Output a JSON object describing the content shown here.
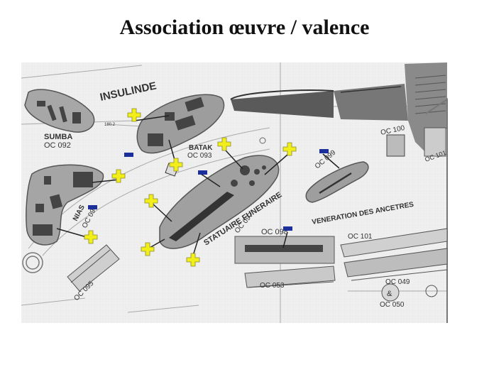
{
  "title": "Association œuvre / valence",
  "labels": {
    "insulinde": "INSULINDE",
    "sumba": "SUMBA",
    "oc092": "OC 092",
    "batak": "BATAK",
    "oc093": "OC 093",
    "nias": "NIAS",
    "oc094": "OC 094",
    "oc095": "OC 095",
    "statuaire": "STATUAIRE FUNERAIRE",
    "oc097": "OC 097",
    "oc098": "OC 098",
    "oc099": "OC 099",
    "oc100": "OC 100",
    "oc101": "OC 101",
    "oc101b": "OC 101",
    "oc053": "OC 053",
    "oc049": "OC 049",
    "oc050": "OC 050",
    "veneration": "VENERATION DES ANCETRES",
    "small1": "180.2"
  },
  "marker_colors": {
    "positive": "#f2ee1a",
    "negative": "#1d2f9a"
  }
}
